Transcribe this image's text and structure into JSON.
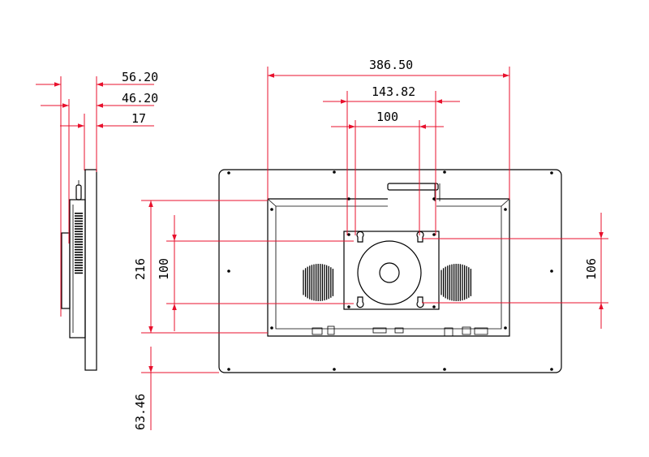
{
  "dimensions": {
    "side_56_20": "56.20",
    "side_46_20": "46.20",
    "side_17": "17",
    "width_386_50": "386.50",
    "width_143_82": "143.82",
    "vesa_100_h": "100",
    "height_216": "216",
    "vesa_100_v": "100",
    "height_106": "106",
    "offset_63_46": "63.46"
  },
  "colors": {
    "dimension_line": "#e8112d",
    "outline": "#000000"
  }
}
